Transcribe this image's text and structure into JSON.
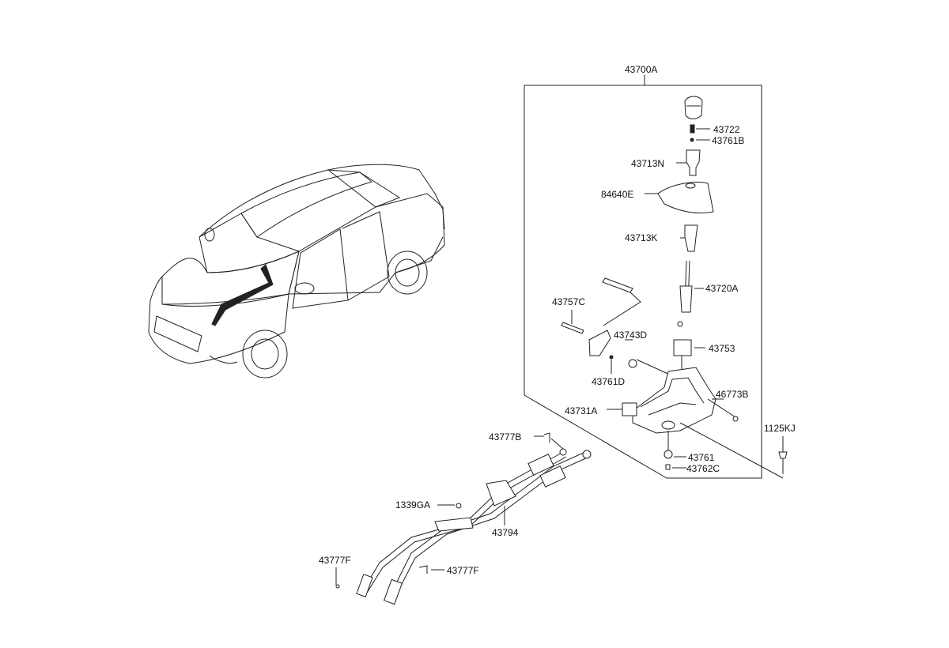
{
  "diagram": {
    "assembly_label": "43700A",
    "parts": [
      {
        "id": "p43722",
        "label": "43722"
      },
      {
        "id": "p43761B",
        "label": "43761B"
      },
      {
        "id": "p43713N",
        "label": "43713N"
      },
      {
        "id": "p84640E",
        "label": "84640E"
      },
      {
        "id": "p43713K",
        "label": "43713K"
      },
      {
        "id": "p43720A",
        "label": "43720A"
      },
      {
        "id": "p43757C",
        "label": "43757C"
      },
      {
        "id": "p43743D",
        "label": "43743D"
      },
      {
        "id": "p43753",
        "label": "43753"
      },
      {
        "id": "p43761D",
        "label": "43761D"
      },
      {
        "id": "p46773B",
        "label": "46773B"
      },
      {
        "id": "p43731A",
        "label": "43731A"
      },
      {
        "id": "p1125KJ",
        "label": "1125KJ"
      },
      {
        "id": "p43777B",
        "label": "43777B"
      },
      {
        "id": "p43761",
        "label": "43761"
      },
      {
        "id": "p43762C",
        "label": "43762C"
      },
      {
        "id": "p1339GA",
        "label": "1339GA"
      },
      {
        "id": "p43794",
        "label": "43794"
      },
      {
        "id": "p43777F_left",
        "label": "43777F"
      },
      {
        "id": "p43777F_right",
        "label": "43777F"
      }
    ]
  }
}
